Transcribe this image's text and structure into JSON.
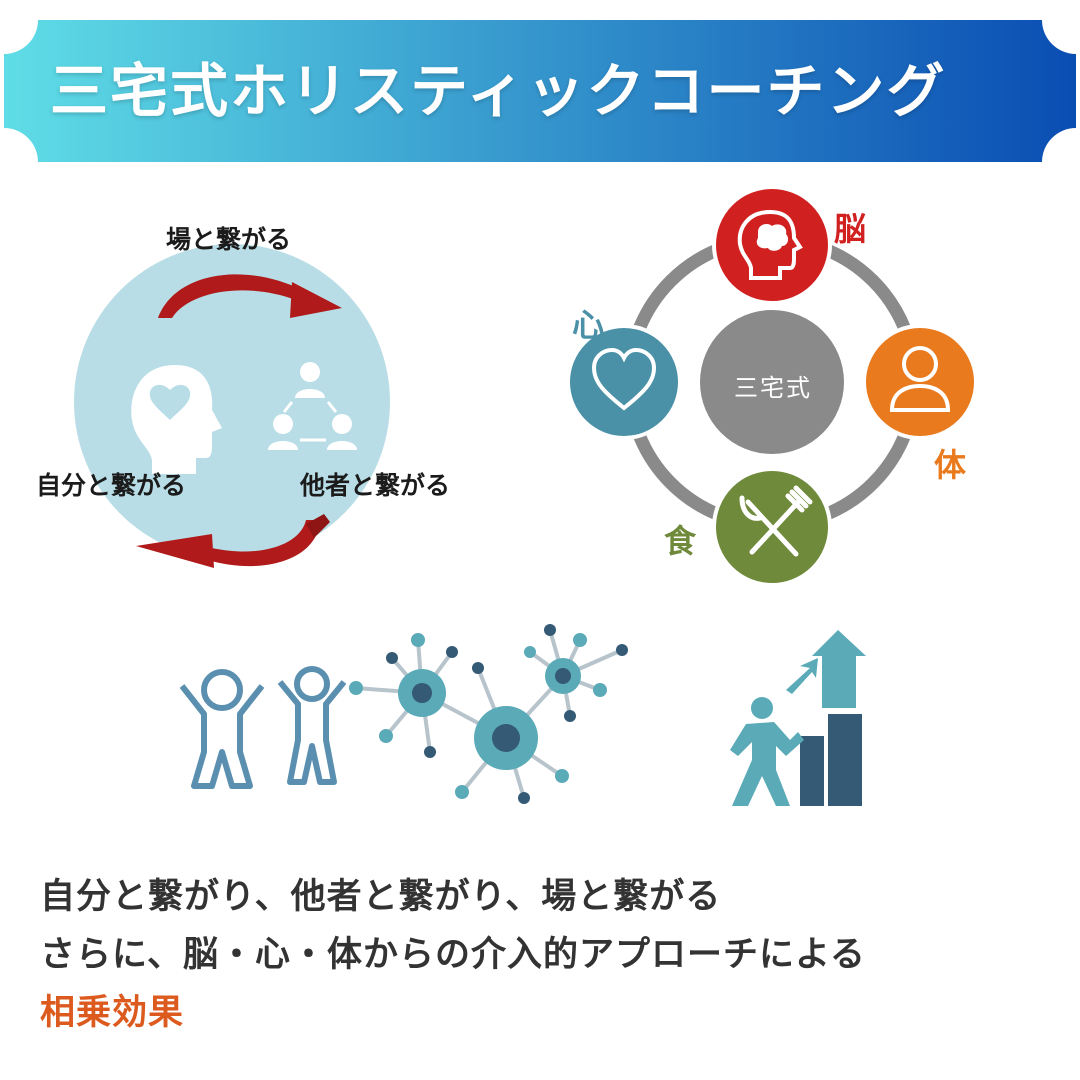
{
  "banner": {
    "title": "三宅式ホリスティックコーチング",
    "gradient_start": "#5fdde6",
    "gradient_end": "#0a4db3"
  },
  "connection_diagram": {
    "place_label": "場と繋がる",
    "self_label": "自分と繋がる",
    "others_label": "他者と繋がる",
    "circle_color": "#b8dde6",
    "arrow_color": "#b01a1a"
  },
  "pillars_diagram": {
    "center_label": "三宅式",
    "brain": {
      "label": "脳",
      "color": "#d0201f",
      "icon": "brain-head-icon"
    },
    "body": {
      "label": "体",
      "color": "#e97a1e",
      "icon": "person-icon"
    },
    "food": {
      "label": "食",
      "color": "#6e8a3a",
      "icon": "fork-knife-icon"
    },
    "heart": {
      "label": "心",
      "color": "#4a91a8",
      "icon": "heart-icon"
    },
    "ring_color": "#8a8a8a"
  },
  "illustrations": {
    "people_icon": "people-jumping-icon",
    "network_icon": "network-nodes-icon",
    "growth_icon": "person-growth-chart-icon"
  },
  "text": {
    "line1": "自分と繋がり、他者と繋がり、場と繋がる",
    "line2": "さらに、脳・心・体からの介入的アプローチによる",
    "line3": "相乗効果",
    "highlight_color": "#dd5a1e"
  }
}
